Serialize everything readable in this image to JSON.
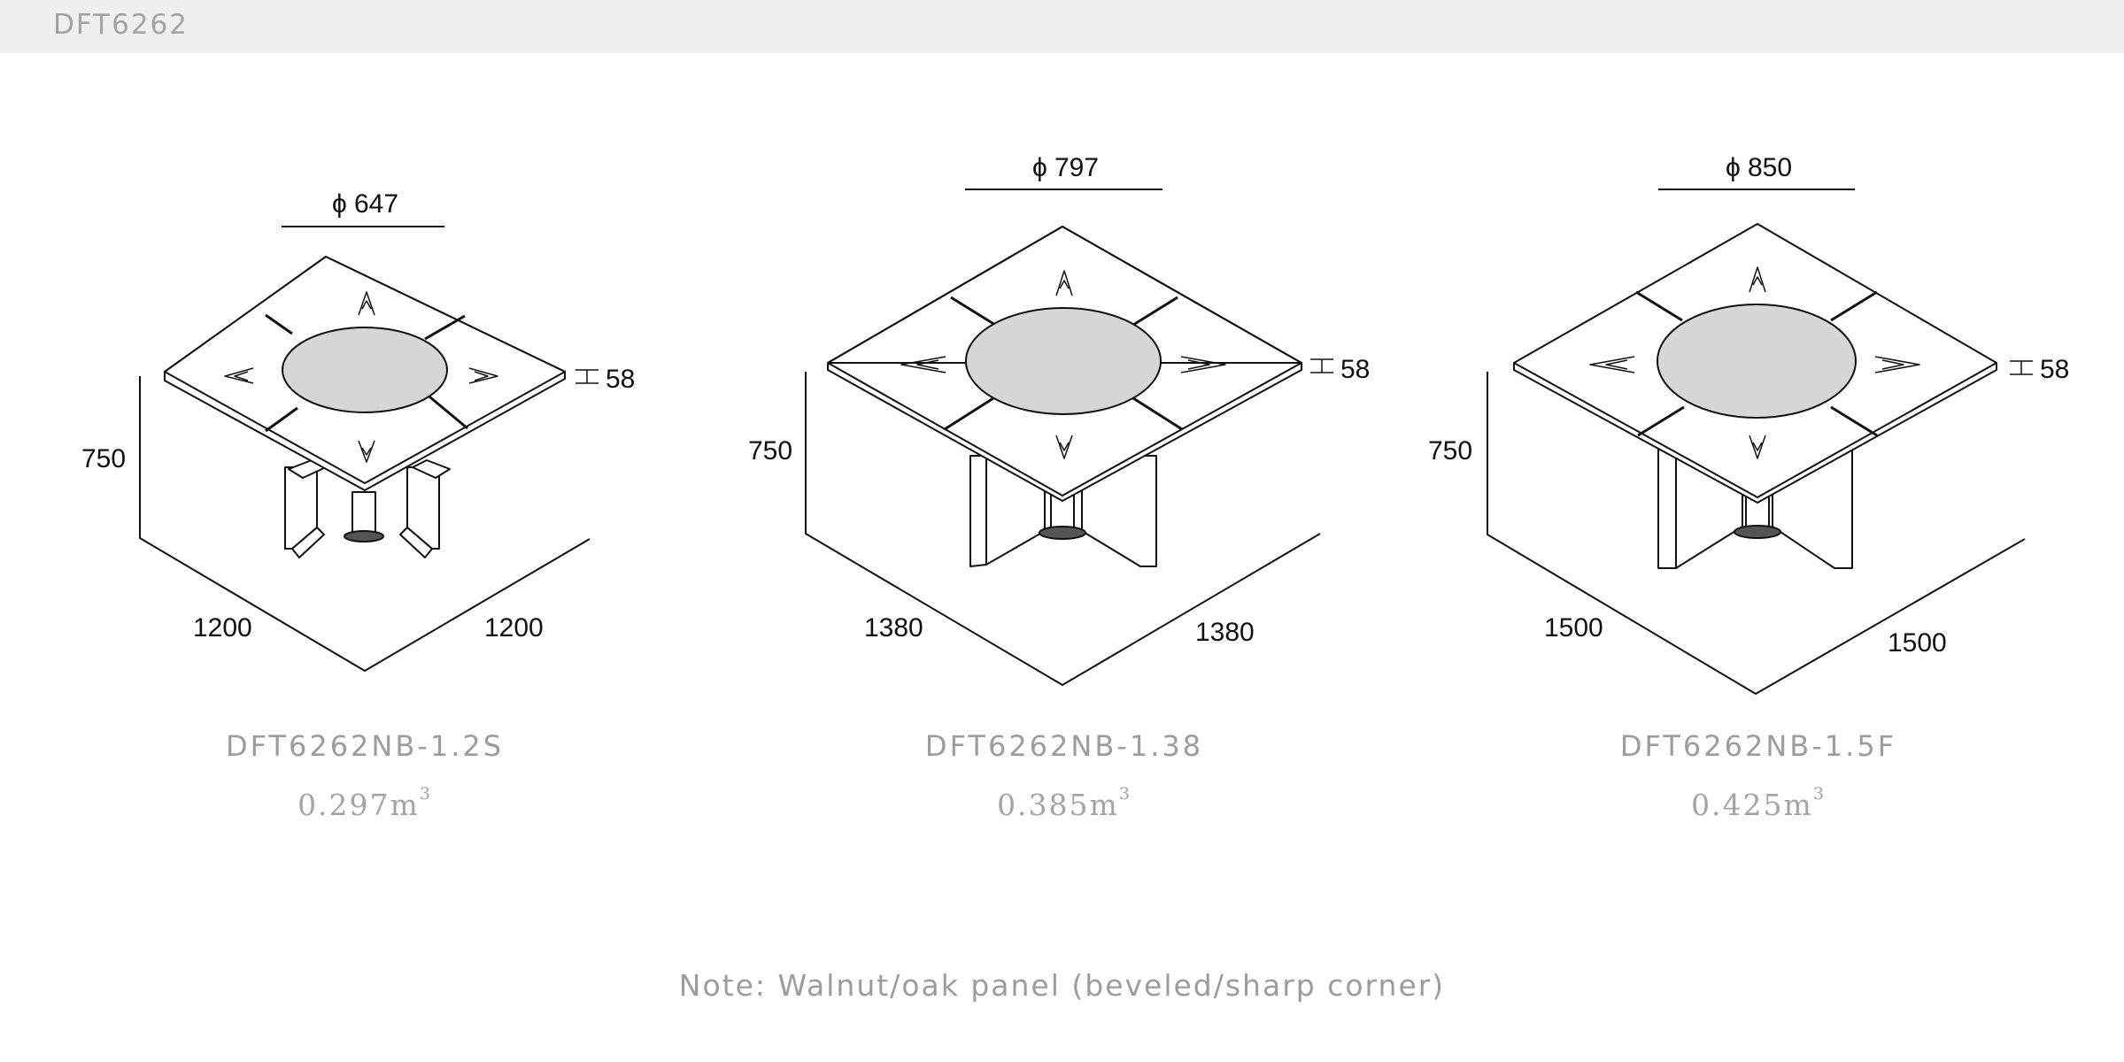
{
  "header": {
    "title": "DFT6262"
  },
  "tables": [
    {
      "diameter": "647",
      "edge": "58",
      "height": "750",
      "width": "1200",
      "depth": "1200",
      "model": "DFT6262NB-1.2S",
      "volume_value": "0.297m",
      "volume_exp": "3",
      "base": "cross"
    },
    {
      "diameter": "797",
      "edge": "58",
      "height": "750",
      "width": "1380",
      "depth": "1380",
      "model": "DFT6262NB-1.38",
      "volume_value": "0.385m",
      "volume_exp": "3",
      "base": "panel"
    },
    {
      "diameter": "850",
      "edge": "58",
      "height": "750",
      "width": "1500",
      "depth": "1500",
      "model": "DFT6262NB-1.5F",
      "volume_value": "0.425m",
      "volume_exp": "3",
      "base": "panel"
    }
  ],
  "symbols": {
    "diameter": "ϕ"
  },
  "note": "Note: Walnut/oak panel (beveled/sharp corner)",
  "colors": {
    "header_bg": "#efefef",
    "label_text": "#9c9c9c",
    "lazy_susan": "#d6d6d6",
    "line": "#111111"
  }
}
